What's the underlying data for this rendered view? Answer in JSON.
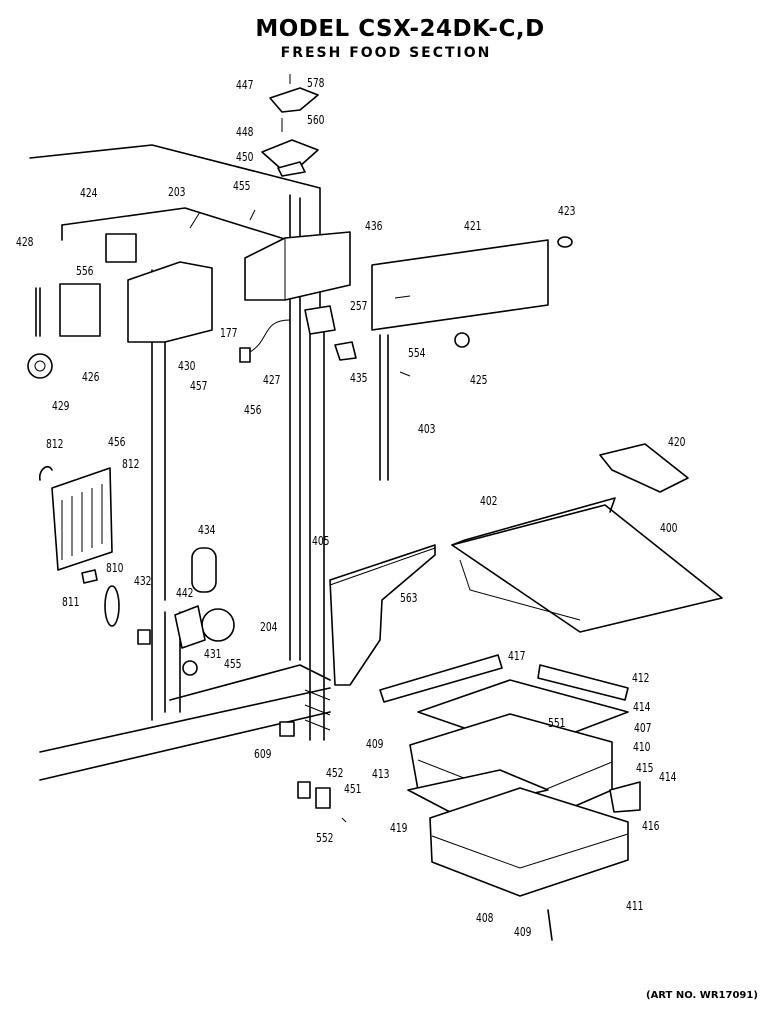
{
  "title": "MODEL CSX-24DK-C,D",
  "subtitle": "FRESH FOOD SECTION",
  "art_no": "(ART NO. WR17091)",
  "parts": [
    {
      "id": "p447",
      "label": "447"
    },
    {
      "id": "p578",
      "label": "578"
    },
    {
      "id": "p448",
      "label": "448"
    },
    {
      "id": "p560",
      "label": "560"
    },
    {
      "id": "p450",
      "label": "450"
    },
    {
      "id": "p203",
      "label": "203"
    },
    {
      "id": "p455a",
      "label": "455"
    },
    {
      "id": "p424",
      "label": "424"
    },
    {
      "id": "p428",
      "label": "428"
    },
    {
      "id": "p556",
      "label": "556"
    },
    {
      "id": "p436",
      "label": "436"
    },
    {
      "id": "p421",
      "label": "421"
    },
    {
      "id": "p423",
      "label": "423"
    },
    {
      "id": "p257",
      "label": "257"
    },
    {
      "id": "p177",
      "label": "177"
    },
    {
      "id": "p430",
      "label": "430"
    },
    {
      "id": "p426",
      "label": "426"
    },
    {
      "id": "p427",
      "label": "427"
    },
    {
      "id": "p435",
      "label": "435"
    },
    {
      "id": "p554",
      "label": "554"
    },
    {
      "id": "p425",
      "label": "425"
    },
    {
      "id": "p429",
      "label": "429"
    },
    {
      "id": "p457",
      "label": "457"
    },
    {
      "id": "p456a",
      "label": "456"
    },
    {
      "id": "p403",
      "label": "403"
    },
    {
      "id": "p812a",
      "label": "812"
    },
    {
      "id": "p456b",
      "label": "456"
    },
    {
      "id": "p812b",
      "label": "812"
    },
    {
      "id": "p420",
      "label": "420"
    },
    {
      "id": "p402",
      "label": "402"
    },
    {
      "id": "p400",
      "label": "400"
    },
    {
      "id": "p434",
      "label": "434"
    },
    {
      "id": "p405",
      "label": "405"
    },
    {
      "id": "p810",
      "label": "810"
    },
    {
      "id": "p811",
      "label": "811"
    },
    {
      "id": "p432",
      "label": "432"
    },
    {
      "id": "p442",
      "label": "442"
    },
    {
      "id": "p563",
      "label": "563"
    },
    {
      "id": "p204",
      "label": "204"
    },
    {
      "id": "p431",
      "label": "431"
    },
    {
      "id": "p455b",
      "label": "455"
    },
    {
      "id": "p417",
      "label": "417"
    },
    {
      "id": "p412",
      "label": "412"
    },
    {
      "id": "p414a",
      "label": "414"
    },
    {
      "id": "p551",
      "label": "551"
    },
    {
      "id": "p407",
      "label": "407"
    },
    {
      "id": "p409a",
      "label": "409"
    },
    {
      "id": "p410",
      "label": "410"
    },
    {
      "id": "p609",
      "label": "609"
    },
    {
      "id": "p415",
      "label": "415"
    },
    {
      "id": "p414b",
      "label": "414"
    },
    {
      "id": "p413",
      "label": "413"
    },
    {
      "id": "p452",
      "label": "452"
    },
    {
      "id": "p451",
      "label": "451"
    },
    {
      "id": "p416",
      "label": "416"
    },
    {
      "id": "p552",
      "label": "552"
    },
    {
      "id": "p419",
      "label": "419"
    },
    {
      "id": "p411",
      "label": "411"
    },
    {
      "id": "p408",
      "label": "408"
    },
    {
      "id": "p409b",
      "label": "409"
    }
  ]
}
